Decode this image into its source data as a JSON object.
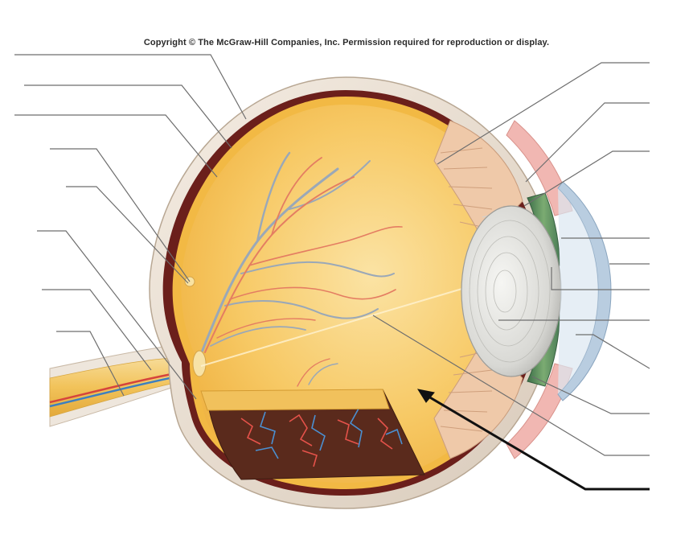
{
  "copyright": "Copyright © The McGraw-Hill Companies, Inc. Permission required for reproduction or display.",
  "colors": {
    "sclera": "#ece3d6",
    "choroid": "#6b1f1b",
    "retina": "#f6c64d",
    "vitreous": "#f8c968",
    "ciliary": "#efc9a9",
    "iris": "#5e8f60",
    "lens": "#dcdcd8",
    "cornea": "#b9cde0",
    "nerve": "#f3c86a",
    "artery": "#d6443c",
    "vein": "#3d7fc0",
    "leader": "#6e6e6e",
    "arrow": "#111111"
  },
  "label_lines": {
    "left_count": 8,
    "right_count": 10
  }
}
